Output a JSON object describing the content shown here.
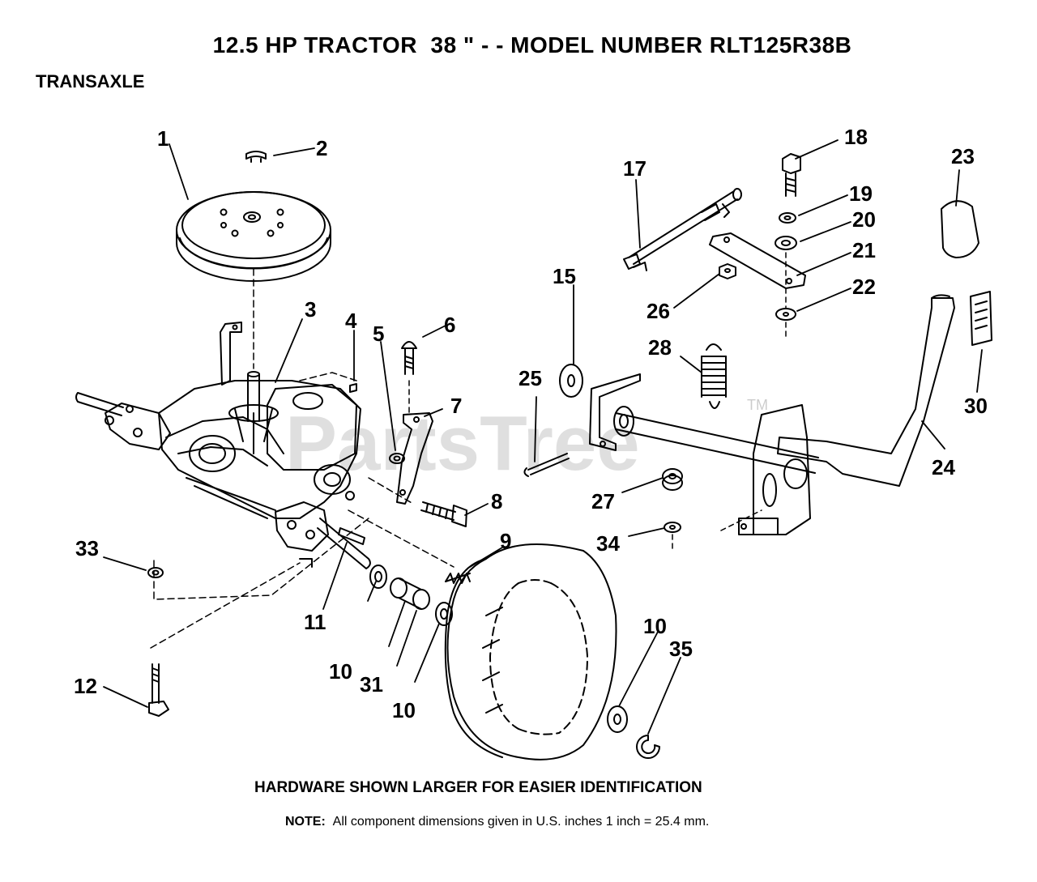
{
  "header": {
    "title": "12.5 HP TRACTOR  38 \" - - MODEL NUMBER RLT125R38B",
    "section": "TRANSAXLE"
  },
  "watermark": {
    "text": "PartsTree",
    "tm": "TM"
  },
  "callouts": [
    {
      "id": "c1",
      "label": "1"
    },
    {
      "id": "c2",
      "label": "2"
    },
    {
      "id": "c3",
      "label": "3"
    },
    {
      "id": "c4",
      "label": "4"
    },
    {
      "id": "c5",
      "label": "5"
    },
    {
      "id": "c6",
      "label": "6"
    },
    {
      "id": "c7",
      "label": "7"
    },
    {
      "id": "c8",
      "label": "8"
    },
    {
      "id": "c9",
      "label": "9"
    },
    {
      "id": "c10a",
      "label": "10"
    },
    {
      "id": "c10b",
      "label": "10"
    },
    {
      "id": "c10c",
      "label": "10"
    },
    {
      "id": "c11",
      "label": "11"
    },
    {
      "id": "c12",
      "label": "12"
    },
    {
      "id": "c15",
      "label": "15"
    },
    {
      "id": "c17",
      "label": "17"
    },
    {
      "id": "c18",
      "label": "18"
    },
    {
      "id": "c19",
      "label": "19"
    },
    {
      "id": "c20",
      "label": "20"
    },
    {
      "id": "c21",
      "label": "21"
    },
    {
      "id": "c22",
      "label": "22"
    },
    {
      "id": "c23",
      "label": "23"
    },
    {
      "id": "c24",
      "label": "24"
    },
    {
      "id": "c25",
      "label": "25"
    },
    {
      "id": "c26",
      "label": "26"
    },
    {
      "id": "c27",
      "label": "27"
    },
    {
      "id": "c28",
      "label": "28"
    },
    {
      "id": "c30",
      "label": "30"
    },
    {
      "id": "c31",
      "label": "31"
    },
    {
      "id": "c33",
      "label": "33"
    },
    {
      "id": "c34",
      "label": "34"
    },
    {
      "id": "c35",
      "label": "35"
    }
  ],
  "footer": {
    "hardware_note": "HARDWARE SHOWN LARGER FOR EASIER IDENTIFICATION",
    "note_label": "NOTE:",
    "note_text": "All component dimensions given in U.S. inches 1 inch = 25.4 mm."
  }
}
